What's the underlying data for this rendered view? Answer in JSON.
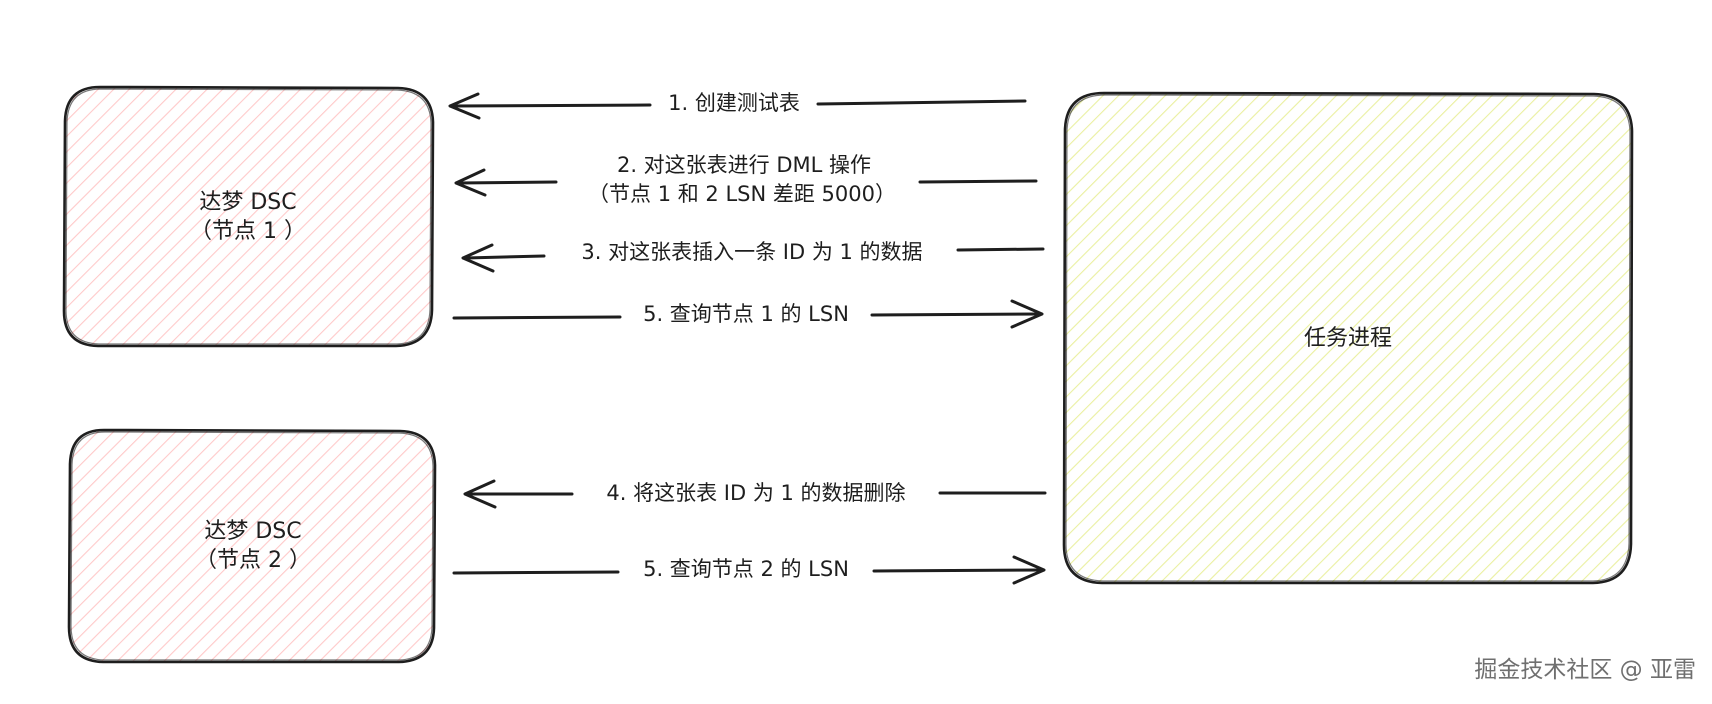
{
  "colors": {
    "stroke": "#1e1e1e",
    "node_hatch": "#ffc9c9",
    "process_hatch": "#eaf0a0",
    "watermark": "#6f6f6f"
  },
  "nodes": {
    "node1": {
      "title": "达梦 DSC",
      "subtitle": "（节点 1 ）"
    },
    "node2": {
      "title": "达梦 DSC",
      "subtitle": "（节点 2 ）"
    },
    "process": {
      "title": "任务进程"
    }
  },
  "steps": [
    {
      "label": "1. 创建测试表",
      "direction": "to-node",
      "target": "node1"
    },
    {
      "label": "2. 对这张表进行 DML 操作",
      "label_line2": "（节点 1 和 2 LSN 差距 5000）",
      "direction": "to-node",
      "target": "node1"
    },
    {
      "label": "3. 对这张表插入一条 ID 为 1 的数据",
      "direction": "to-node",
      "target": "node1"
    },
    {
      "label": "5. 查询节点 1 的 LSN",
      "direction": "to-process",
      "target": "node1"
    },
    {
      "label": "4. 将这张表 ID 为 1 的数据删除",
      "direction": "to-node",
      "target": "node2"
    },
    {
      "label": "5. 查询节点 2 的 LSN",
      "direction": "to-process",
      "target": "node2"
    }
  ],
  "watermark": "掘金技术社区 @ 亚雷"
}
